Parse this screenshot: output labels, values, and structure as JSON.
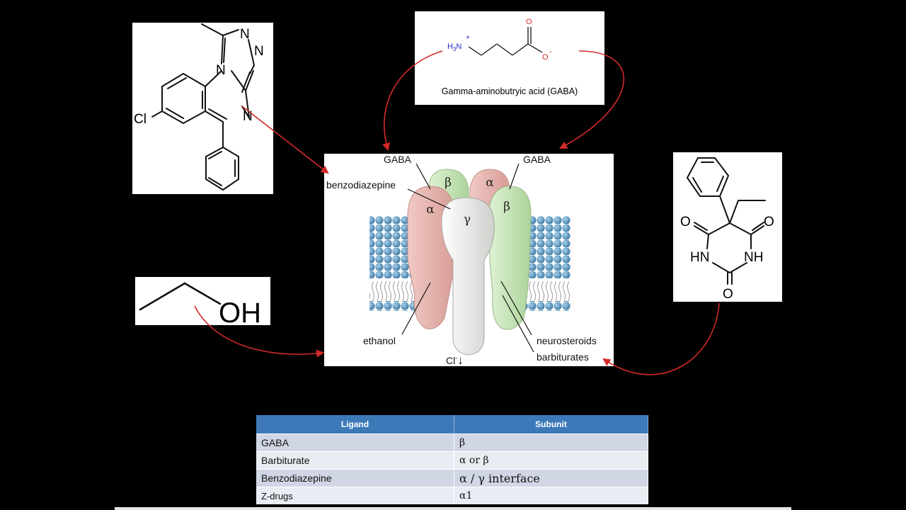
{
  "molecules": {
    "alprazolam": {
      "atoms": {
        "n1": "N",
        "n2": "N",
        "n3": "N",
        "n4": "N",
        "cl": "Cl"
      }
    },
    "gaba": {
      "caption": "Gamma-aminobutryic acid (GABA)",
      "amine_h": "H",
      "amine_sub": "3",
      "amine_n": "N",
      "amine_charge": "+",
      "o_carbonyl": "O",
      "o_anion": "O",
      "anion_charge": "-"
    },
    "ethanol": {
      "group": "OH"
    },
    "phenobarbital": {
      "atoms": {
        "o1": "O",
        "o2": "O",
        "o3": "O",
        "nh1": "HN",
        "nh2": "NH"
      }
    }
  },
  "receptor": {
    "labels": {
      "gaba_left": "GABA",
      "gaba_right": "GABA",
      "benzodiazepine": "benzodiazepine",
      "ethanol": "ethanol",
      "neurosteroids": "neurosteroids",
      "barbiturates": "barbiturates",
      "chloride": "Cl",
      "chloride_charge": "-",
      "chloride_arrow": "↓"
    },
    "subunits": {
      "back_left": "β",
      "back_right": "α",
      "front_left": "α",
      "center": "γ",
      "front_right": "β"
    },
    "colors": {
      "alpha": "#e9b8b3",
      "beta": "#c7e6b8",
      "gamma": "#f4f4f2",
      "lipid_head": "#4f8fb8",
      "arrow": "#d42a2a"
    }
  },
  "table": {
    "headers": [
      "Ligand",
      "Subunit"
    ],
    "rows": [
      [
        "GABA",
        "β"
      ],
      [
        "Barbiturate",
        "α or β"
      ],
      [
        "Benzodiazepine",
        "α / γ interface"
      ],
      [
        "Z-drugs",
        "α1"
      ]
    ],
    "header_color": "#3d79b9"
  }
}
